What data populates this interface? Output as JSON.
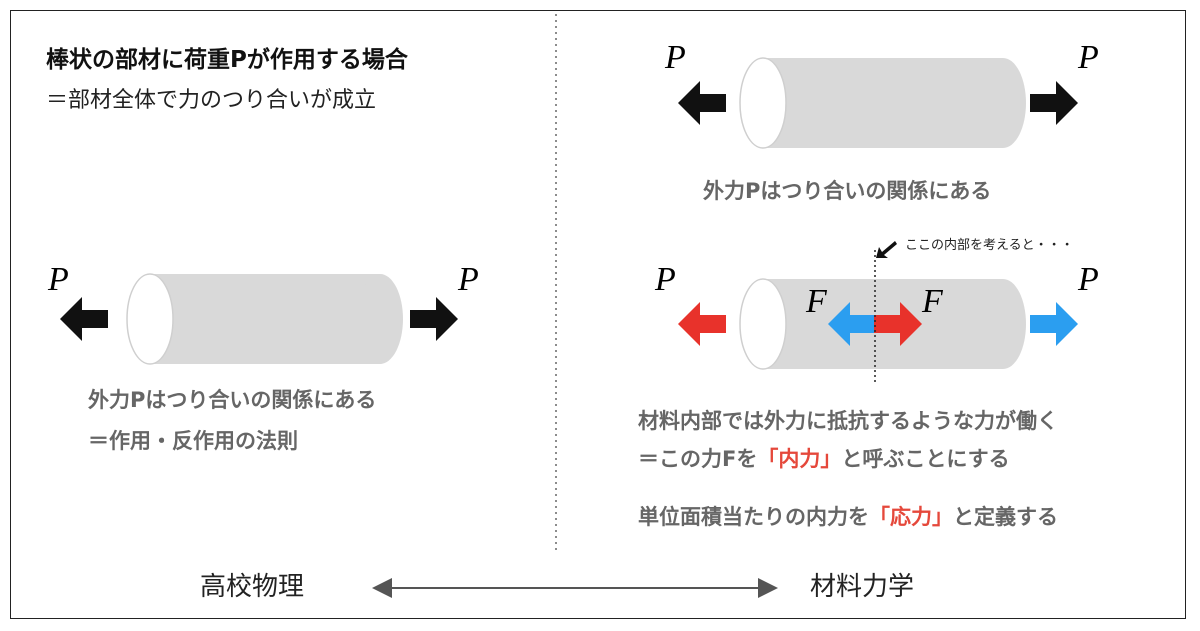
{
  "left": {
    "title": "棒状の部材に荷重Pが作用する場合",
    "subtitle": "＝部材全体で力のつり合いが成立",
    "caption_line1": "外力Pはつり合いの関係にある",
    "caption_line2": "＝作用・反作用の法則",
    "force_label": "P"
  },
  "right_top": {
    "caption": "外力Pはつり合いの関係にある",
    "force_label": "P"
  },
  "right_bottom": {
    "annotation": "ここの内部を考えると・・・",
    "force_label": "P",
    "internal_label": "F",
    "line1": "材料内部では外力に抵抗するような力が働く",
    "line2_a": "＝この力Fを",
    "line2_b": "「内力」",
    "line2_c": "と呼ぶことにする",
    "line3_a": "単位面積当たりの内力を",
    "line3_b": "「応力」",
    "line3_c": "と定義する"
  },
  "footer": {
    "left": "高校物理",
    "right": "材料力学"
  },
  "colors": {
    "black_arrow": "#111111",
    "red_arrow": "#e8322b",
    "blue_arrow": "#2b9ef0",
    "cylinder": "#d9d9d9",
    "highlight": "#e5483b"
  }
}
